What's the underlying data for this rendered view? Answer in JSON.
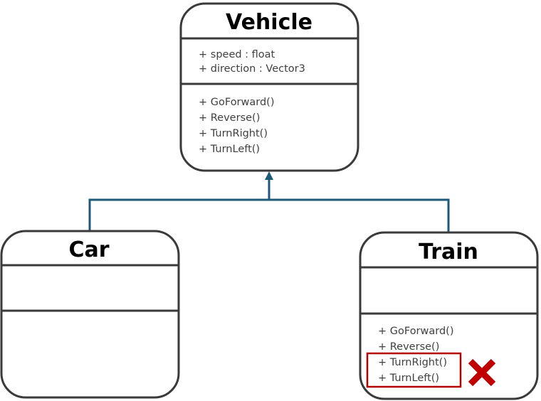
{
  "classes": {
    "vehicle": {
      "name": "Vehicle",
      "attributes": [
        "+ speed : float",
        "+ direction : Vector3"
      ],
      "methods": [
        "+ GoForward()",
        "+ Reverse()",
        "+ TurnRight()",
        "+ TurnLeft()"
      ]
    },
    "car": {
      "name": "Car",
      "attributes": [],
      "methods": []
    },
    "train": {
      "name": "Train",
      "attributes": [],
      "methods": [
        "+ GoForward()",
        "+ Reverse()",
        "+ TurnRight()",
        "+ TurnLeft()"
      ]
    }
  },
  "relationship": "inheritance",
  "highlight": {
    "class": "train",
    "methods": [
      "+ TurnRight()",
      "+ TurnLeft()"
    ],
    "marker_icon": "red-x-icon",
    "color": "#c00000"
  },
  "colors": {
    "connector": "#1d5a7a",
    "box_border": "#3a3a3a",
    "highlight": "#b00000"
  }
}
